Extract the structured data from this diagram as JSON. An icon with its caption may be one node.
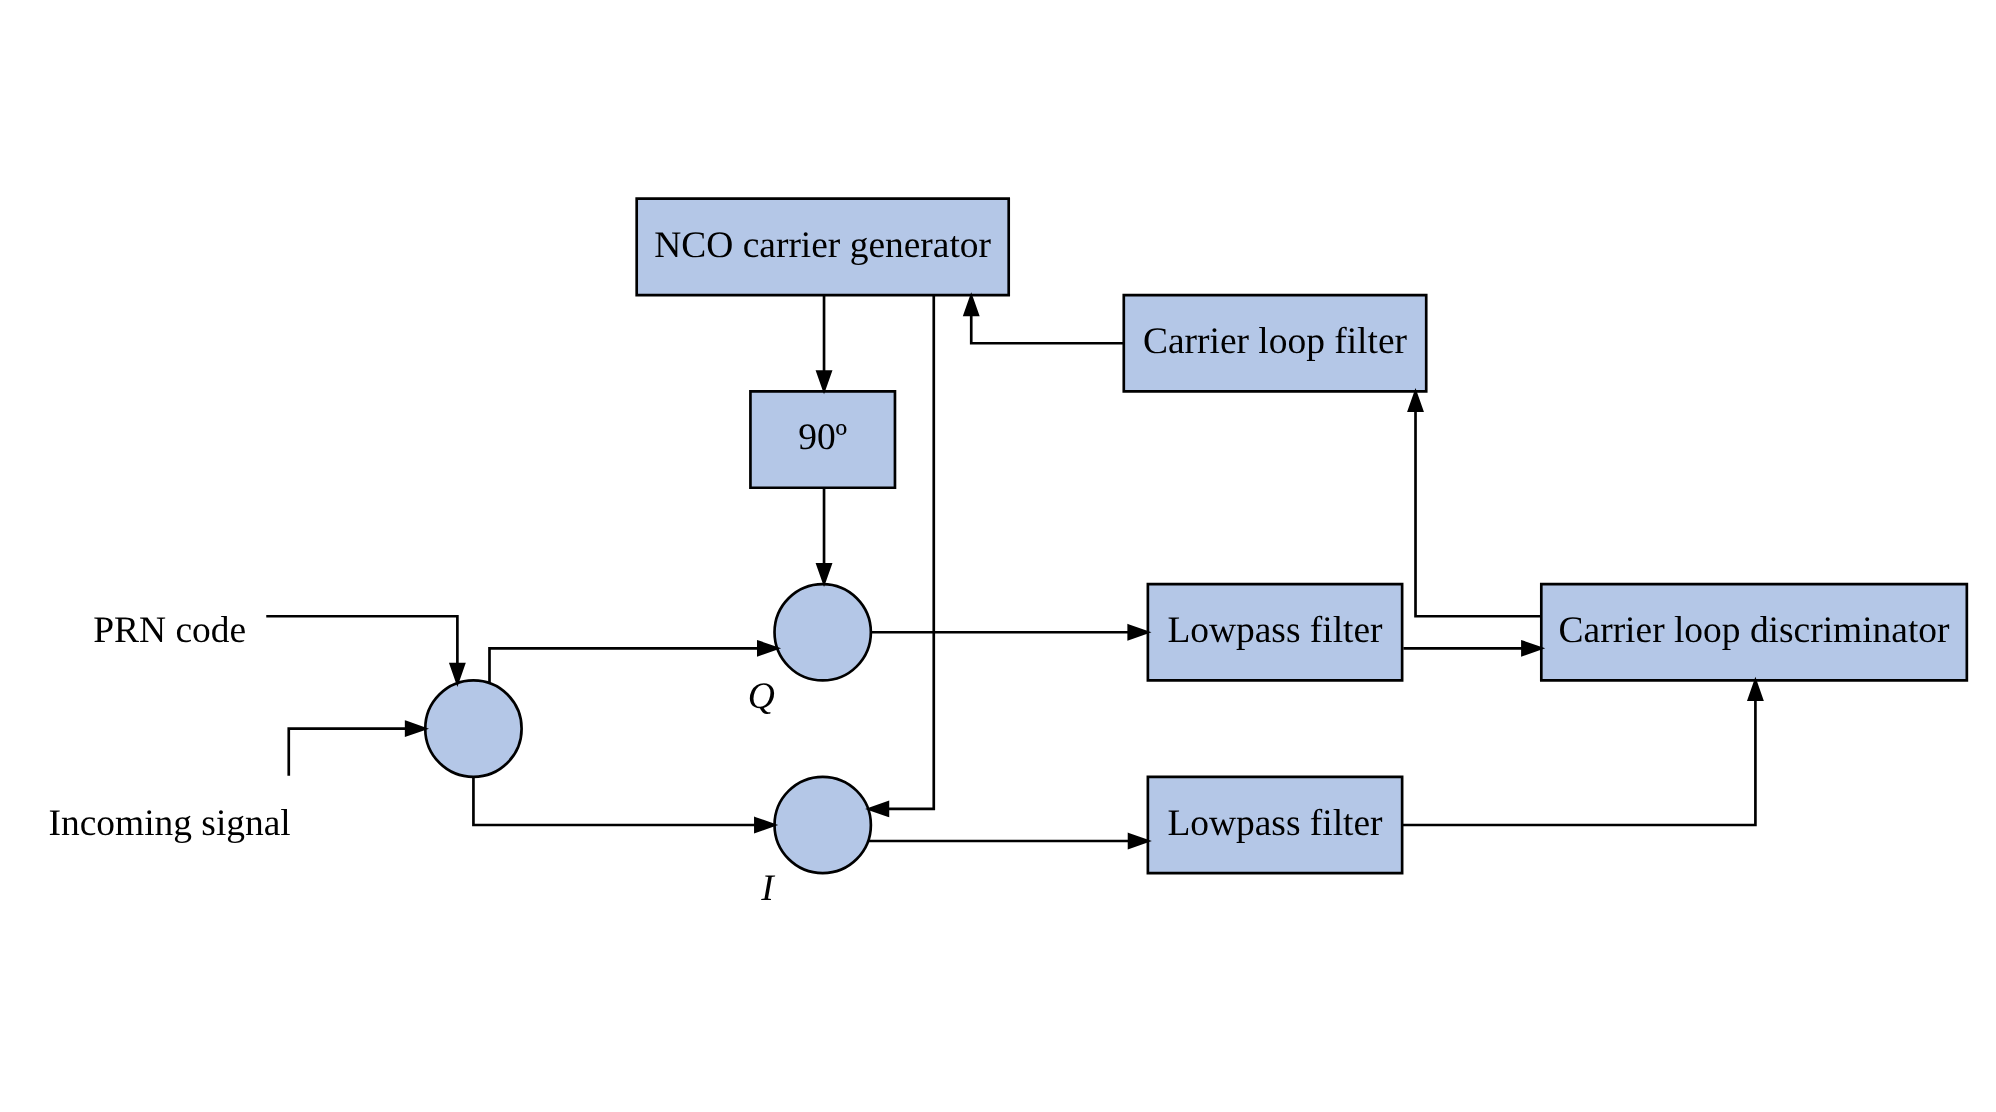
{
  "diagram": {
    "nodes": [
      {
        "text": [],
        "shape": "circle",
        "beside": [
          "I"
        ]
      },
      {
        "text": [
          "Lowpass filter"
        ]
      },
      {
        "text": [
          "PRN code"
        ]
      },
      {
        "text": [
          "Incoming signal"
        ]
      },
      {
        "text": [],
        "shape": "circle"
      },
      {
        "text": [
          "NCO carrier generator"
        ]
      },
      {
        "text": [
          "Carrier loop filter"
        ]
      },
      {
        "text": [
          "Carrier loop discriminator"
        ]
      },
      {
        "text": [
          "90º"
        ]
      },
      {
        "text": [],
        "shape": "circle",
        "beside": [
          "Q"
        ]
      },
      {
        "text": [
          "Lowpass filter"
        ]
      }
    ],
    "edges": [
      {
        "from": 3,
        "to": 4,
        "arrow": "to"
      },
      {
        "from": 2,
        "to": 4,
        "arrow": "to"
      },
      {
        "from": 4,
        "to": 0,
        "arrow": "to"
      },
      {
        "from": 4,
        "to": 9,
        "arrow": "to"
      },
      {
        "from": 0,
        "to": 1,
        "arrow": "to"
      },
      {
        "from": 1,
        "to": 7,
        "arrow": "to"
      },
      {
        "from": 10,
        "to": 7,
        "arrow": "to"
      },
      {
        "from": 7,
        "to": 6,
        "arrow": "to"
      },
      {
        "from": 6,
        "to": 5,
        "arrow": "to"
      },
      {
        "from": 5,
        "to": 0,
        "arrow": "to"
      },
      {
        "from": 5,
        "to": 8,
        "arrow": "to"
      },
      {
        "from": 8,
        "to": 9,
        "arrow": "to"
      },
      {
        "from": 9,
        "to": 10,
        "arrow": "to"
      }
    ]
  }
}
